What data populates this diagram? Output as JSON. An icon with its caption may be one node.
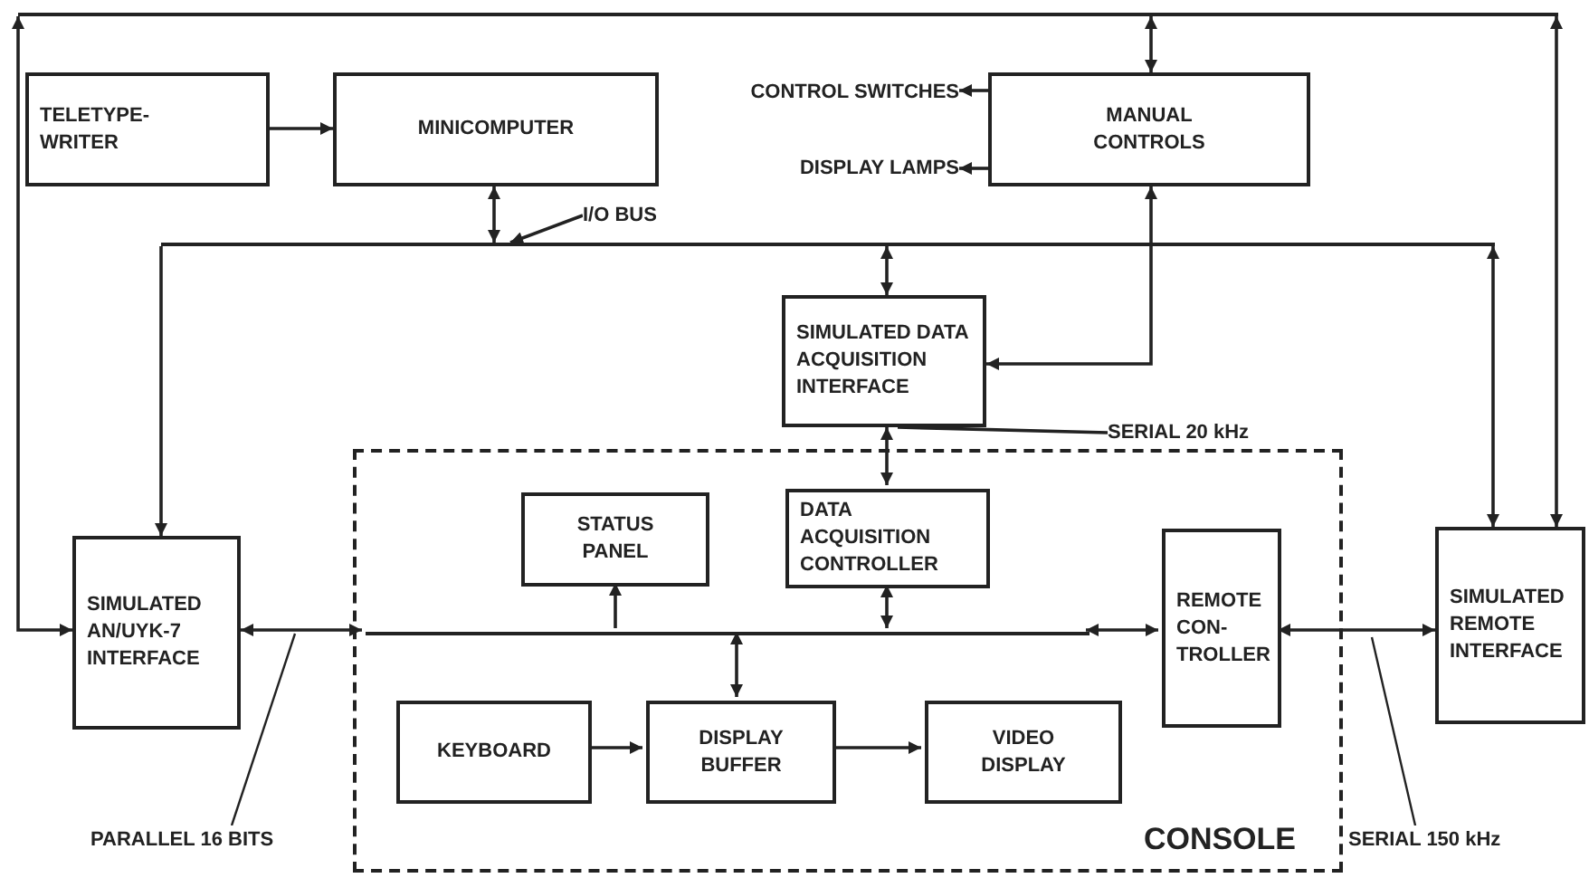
{
  "diagram": {
    "nodes": [
      {
        "text": [
          "TELETYPE- WRITER"
        ]
      },
      {
        "text": [
          "MINICOMPUTER"
        ]
      },
      {
        "text": [
          "CONTROL SWITCHES"
        ]
      },
      {
        "text": [
          "DISPLAY LAMPS"
        ]
      },
      {
        "text": [
          "MANUAL CONTROLS"
        ]
      },
      {
        "text": [
          "I/O BUS"
        ]
      },
      {
        "text": [
          "SIMULATED DATA ACQUISITION INTERFACE"
        ]
      },
      {
        "text": [
          "SERIAL 20 kHz"
        ]
      },
      {
        "text": [
          "CONSOLE"
        ]
      },
      {
        "text": [
          "STATUS PANEL"
        ],
        "in": 8
      },
      {
        "text": [
          "DATA ACQUISITION CONTROLLER"
        ],
        "in": 8
      },
      {
        "text": [
          "REMOTE CON- TROLLER"
        ],
        "in": 8
      },
      {
        "text": [
          "KEYBOARD"
        ],
        "in": 8
      },
      {
        "text": [
          "DISPLAY BUFFER"
        ],
        "in": 8
      },
      {
        "text": [
          "VIDEO DISPLAY"
        ],
        "in": 8
      },
      {
        "text": [
          "SIMULATED AN/UYK-7 INTERFACE"
        ]
      },
      {
        "text": [
          "SIMULATED REMOTE INTERFACE"
        ]
      },
      {
        "text": [
          "PARALLEL 16 BITS"
        ]
      },
      {
        "text": [
          "SERIAL 150 kHz"
        ]
      },
      {
        "text": [],
        "shape": "bar"
      },
      {
        "text": [],
        "shape": "bar"
      },
      {
        "text": [],
        "shape": "bar",
        "in": 8
      }
    ],
    "edges": [
      {
        "from": 0,
        "to": 1,
        "arrow": "to"
      },
      {
        "from": 4,
        "to": 2,
        "arrow": "to"
      },
      {
        "from": 4,
        "to": 3,
        "arrow": "to"
      },
      {
        "from": 19,
        "to": 4,
        "arrow": "both"
      },
      {
        "from": 19,
        "to": 15,
        "arrow": "both"
      },
      {
        "from": 19,
        "to": 16,
        "arrow": "both"
      },
      {
        "from": 20,
        "to": 1,
        "arrow": "both"
      },
      {
        "from": 20,
        "to": 15,
        "arrow": "to"
      },
      {
        "from": 20,
        "to": 6,
        "arrow": "both"
      },
      {
        "from": 20,
        "to": 16,
        "arrow": "both"
      },
      {
        "from": 4,
        "to": 6,
        "arrow": "both"
      },
      {
        "from": 5,
        "to": 20,
        "arrow": "to"
      },
      {
        "from": 6,
        "to": 10,
        "arrow": "both"
      },
      {
        "from": 7,
        "to": 6,
        "arrow": "none"
      },
      {
        "from": 15,
        "to": 21,
        "arrow": "both"
      },
      {
        "from": 21,
        "to": 9,
        "arrow": "to"
      },
      {
        "from": 21,
        "to": 10,
        "arrow": "both"
      },
      {
        "from": 21,
        "to": 13,
        "arrow": "both"
      },
      {
        "from": 21,
        "to": 11,
        "arrow": "both"
      },
      {
        "from": 12,
        "to": 13,
        "arrow": "to"
      },
      {
        "from": 13,
        "to": 14,
        "arrow": "to"
      },
      {
        "from": 11,
        "to": 16,
        "arrow": "both"
      },
      {
        "from": 17,
        "to": null,
        "arrow": "none"
      },
      {
        "from": 18,
        "to": null,
        "arrow": "none"
      }
    ]
  }
}
